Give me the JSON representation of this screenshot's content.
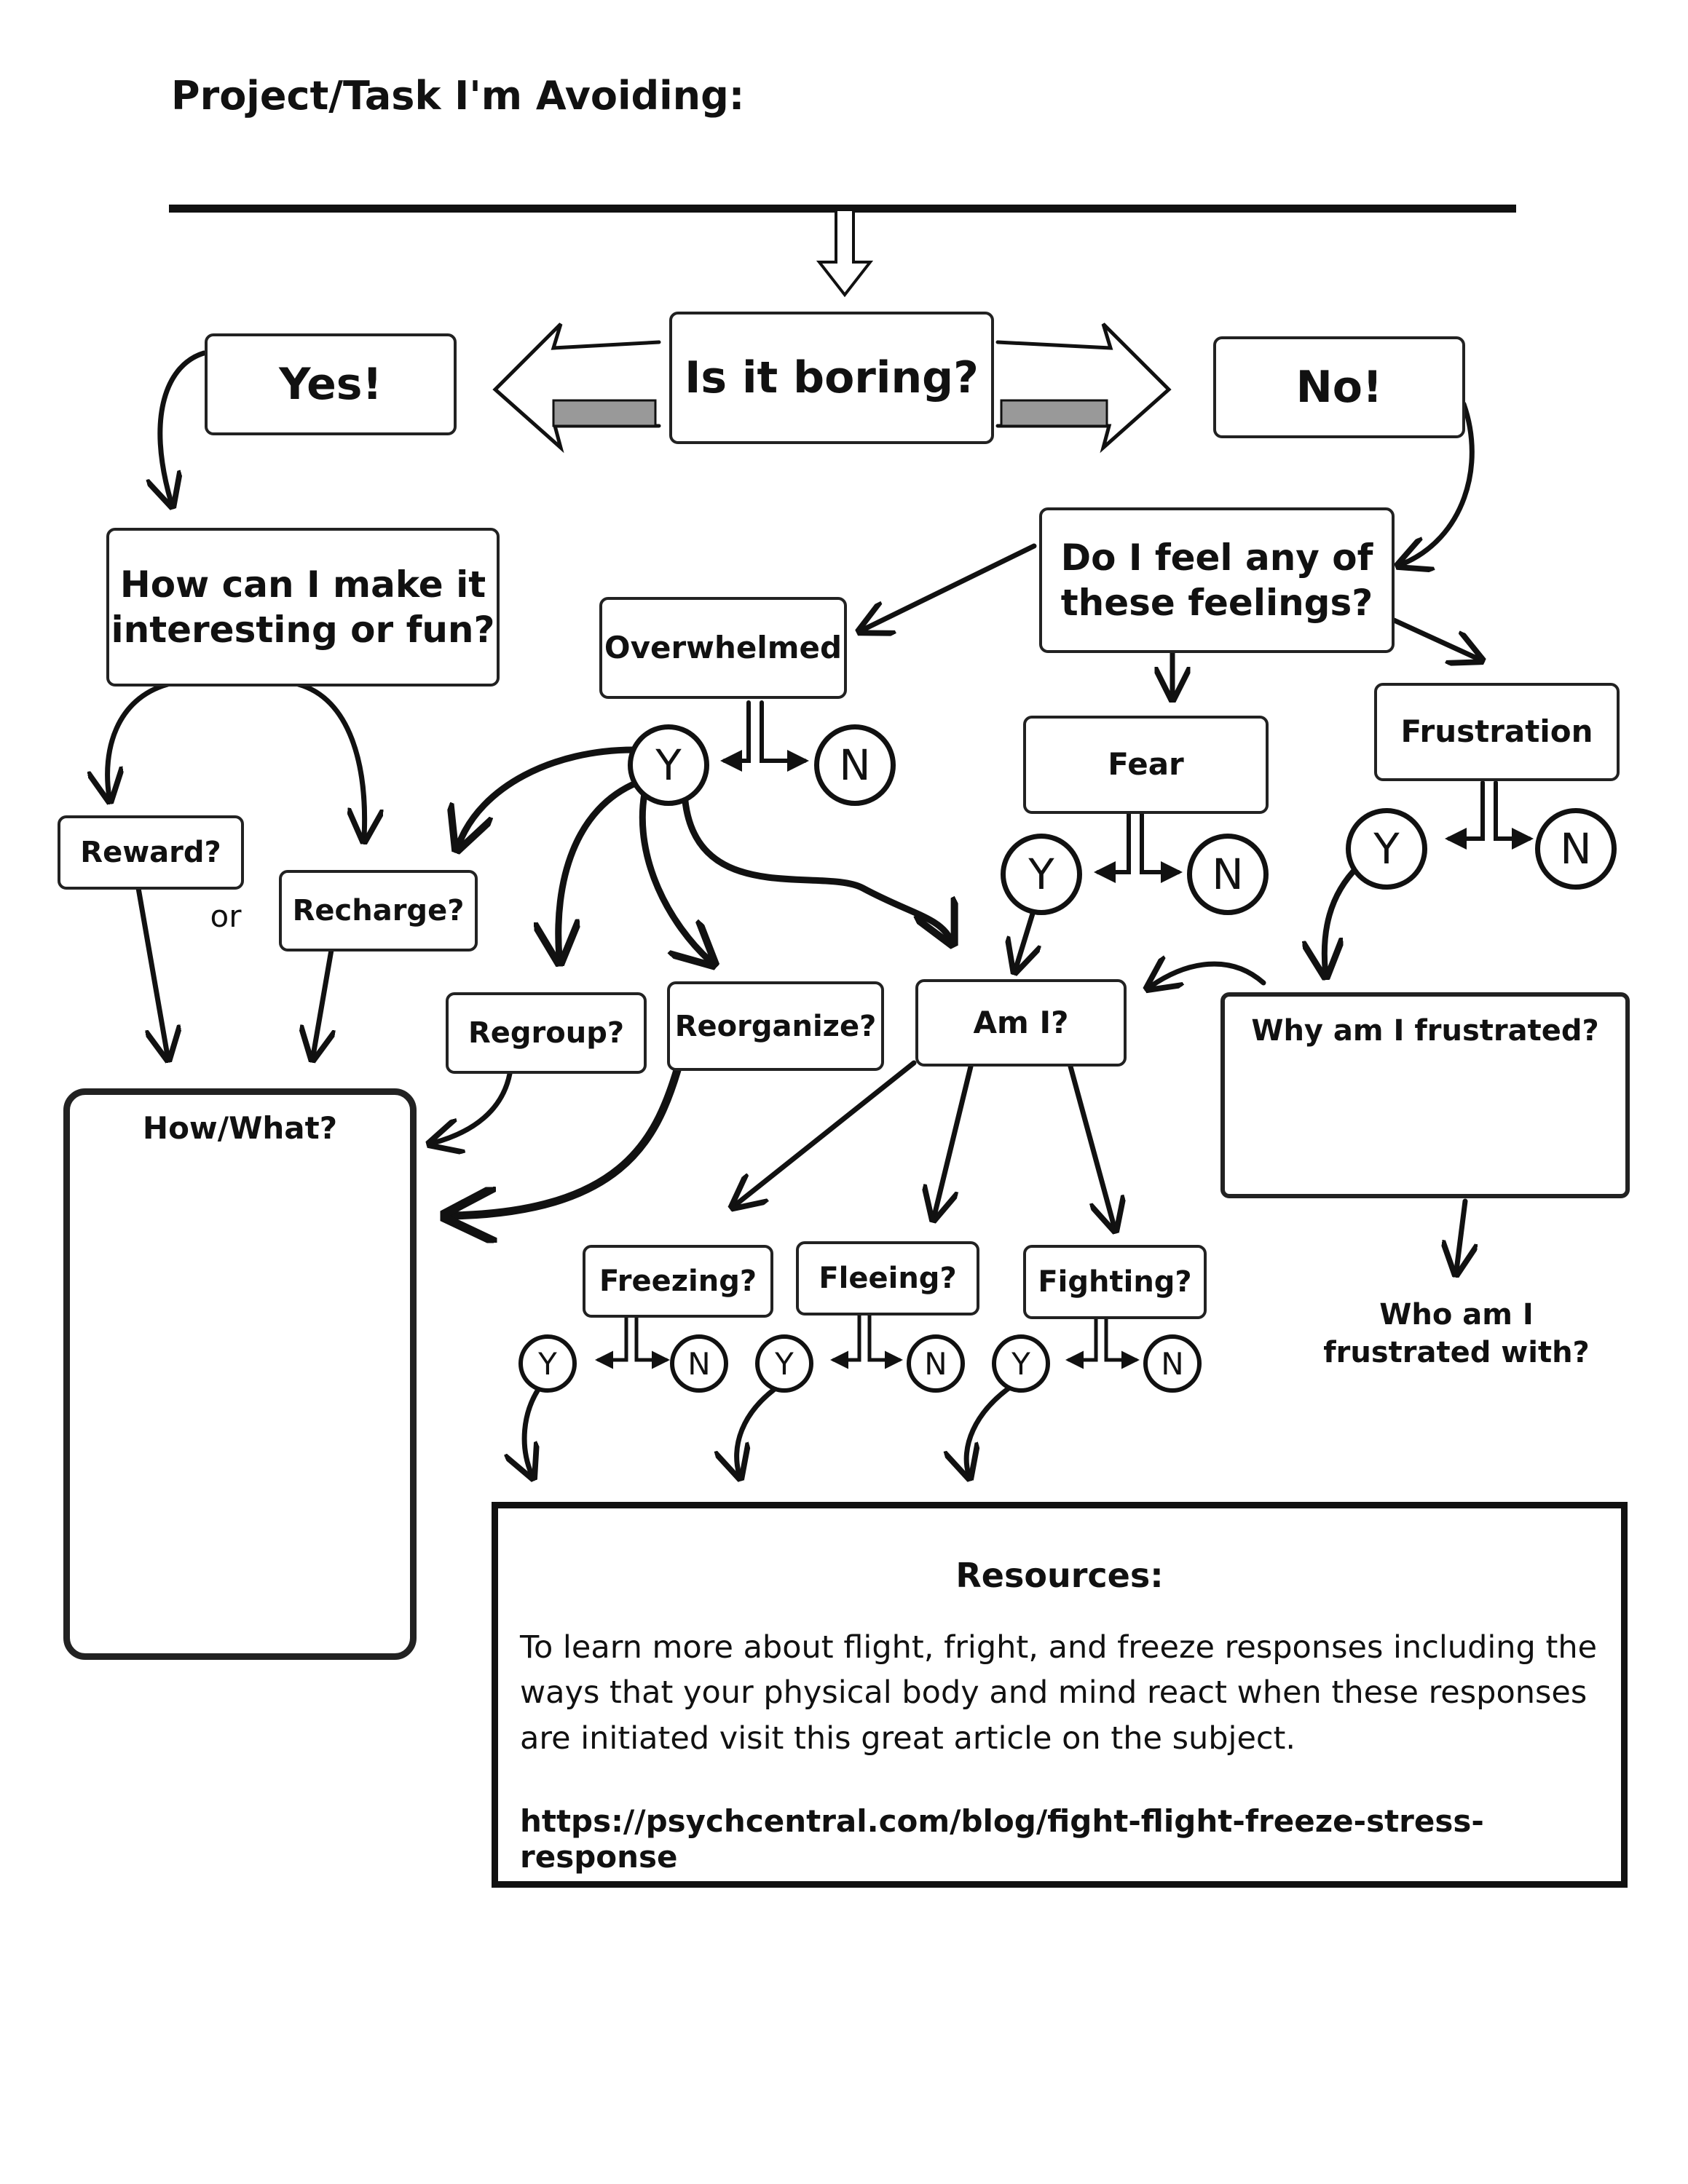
{
  "header": {
    "title": "Project/Task I'm Avoiding:"
  },
  "flow": {
    "question": "Is it boring?",
    "yes": "Yes!",
    "no": "No!",
    "make_fun": "How can I make it interesting or fun?",
    "reward": "Reward?",
    "or": "or",
    "recharge": "Recharge?",
    "how_what": "How/What?",
    "feelings": "Do I feel any of these feelings?",
    "overwhelmed": "Overwhelmed",
    "fear": "Fear",
    "frustration": "Frustration",
    "regroup": "Regroup?",
    "reorganize": "Reorganize?",
    "am_i": "Am I?",
    "why_frustrated": "Why am I frustrated?",
    "who_frustrated": "Who am I frustrated with?",
    "freezing": "Freezing?",
    "fleeing": "Fleeing?",
    "fighting": "Fighting?",
    "y": "Y",
    "n": "N"
  },
  "resources": {
    "heading": "Resources:",
    "body": "To learn more about flight, fright, and freeze responses including the ways that your physical body and mind react when these responses are initiated visit this great article on the subject.",
    "link": "https://psychcentral.com/blog/fight-flight-freeze-stress-response"
  }
}
